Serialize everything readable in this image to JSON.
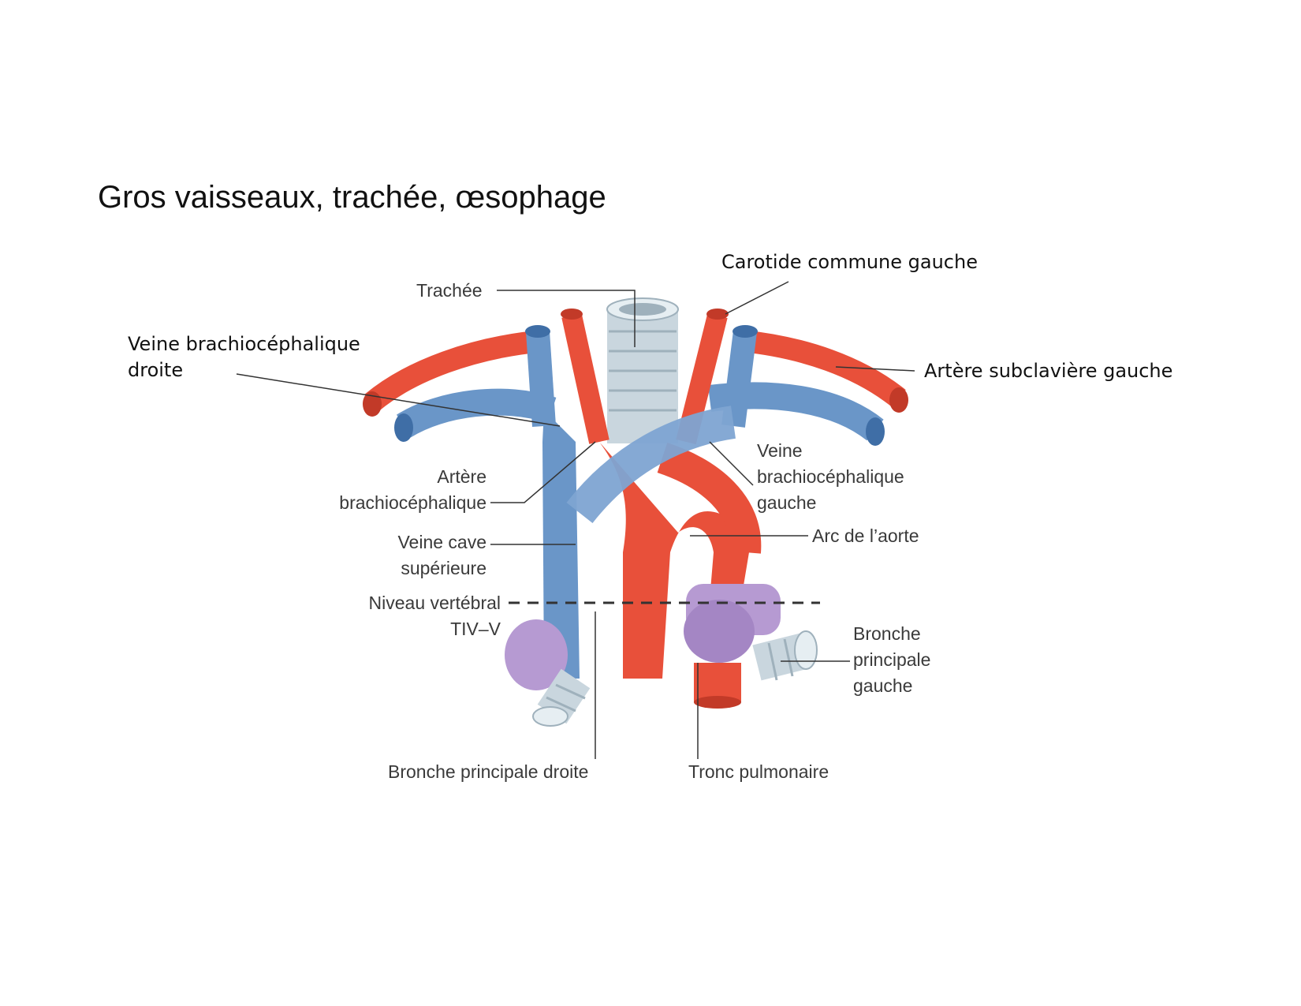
{
  "title": "Gros vaisseaux, trachée, œsophage",
  "labels": {
    "carotide": "Carotide commune gauche",
    "vbc_droite_1": "Veine brachiocéphalique",
    "vbc_droite_2": "droite",
    "subclaviere": "Artère subclavière gauche",
    "trachee": "Trachée",
    "art_bc_1": "Artère",
    "art_bc_2": "brachiocéphalique",
    "vbc_gauche_1": "Veine",
    "vbc_gauche_2": "brachiocéphalique",
    "vbc_gauche_3": "gauche",
    "arc_aorte": "Arc de l’aorte",
    "vcs_1": "Veine cave",
    "vcs_2": "supérieure",
    "niveau_1": "Niveau vertébral",
    "niveau_2": "TIV–V",
    "bronche_g_1": "Bronche",
    "bronche_g_2": "principale",
    "bronche_g_3": "gauche",
    "bronche_d": "Bronche principale droite",
    "tronc_pulm": "Tronc pulmonaire"
  },
  "colors": {
    "artery": "#e8503a",
    "artery_dark": "#c23a28",
    "vein": "#6a96c8",
    "vein_dark": "#3f6ea6",
    "trachea": "#c9d6de",
    "pulmonary": "#b69ad2",
    "leader": "#333333"
  }
}
